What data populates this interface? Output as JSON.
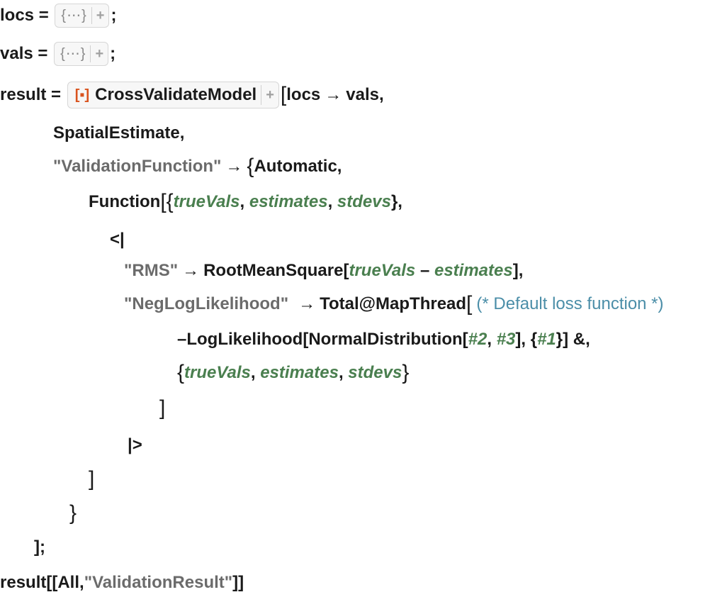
{
  "lines": {
    "l1": {
      "lhs": "locs",
      "eq": " = ",
      "box_text": "{⋯}",
      "plus": "+",
      "end": ";"
    },
    "l2": {
      "lhs": "vals",
      "eq": " = ",
      "box_text": "{⋯}",
      "plus": "+",
      "end": ";"
    },
    "l3": {
      "lhs": "result",
      "eq": " = ",
      "resource_icon": "[▪]",
      "model_name": "CrossValidateModel",
      "plus": "+",
      "open": "[",
      "a": "locs",
      "arrow": "→",
      "b": "vals",
      "comma": ","
    },
    "l4": {
      "text": "SpatialEstimate,"
    },
    "l5": {
      "str": "\"ValidationFunction\"",
      "arrow": "→",
      "open": "{",
      "text": "Automatic,"
    },
    "l6": {
      "fn": "Function",
      "open": "[{",
      "v1": "trueVals",
      "c1": ", ",
      "v2": "estimates",
      "c2": ", ",
      "v3": "stdevs",
      "close": "},"
    },
    "l7": {
      "text": "<|"
    },
    "l8": {
      "str": "\"RMS\"",
      "arrow": "→",
      "fn": "RootMeanSquare[",
      "v1": "trueVals",
      "minus": " – ",
      "v2": "estimates",
      "close": "],"
    },
    "l9": {
      "str": "\"NegLogLikelihood\"",
      "arrow": "→",
      "fn": "Total@MapThread",
      "open": "[",
      "comment": "(* Default loss function *)"
    },
    "l10": {
      "pre": "–LogLikelihood[NormalDistribution[",
      "s2": "#2",
      "c1": ", ",
      "s3": "#3",
      "mid": "], {",
      "s1": "#1",
      "post": "}] &,"
    },
    "l11": {
      "open": "{",
      "v1": "trueVals",
      "c1": ", ",
      "v2": "estimates",
      "c2": ", ",
      "v3": "stdevs",
      "close": "}"
    },
    "l12": {
      "text": "]"
    },
    "l13": {
      "text": "|>"
    },
    "l14": {
      "text": "]"
    },
    "l15": {
      "text": "}"
    },
    "l16": {
      "text": "];"
    },
    "l17": {
      "pre": "result[[All, ",
      "str": "\"ValidationResult\"",
      "post": "]]"
    }
  },
  "colors": {
    "string": "#6b6b6b",
    "variable": "#4a7f4f",
    "comment": "#4b8ea8",
    "resource_icon": "#d9531e"
  }
}
